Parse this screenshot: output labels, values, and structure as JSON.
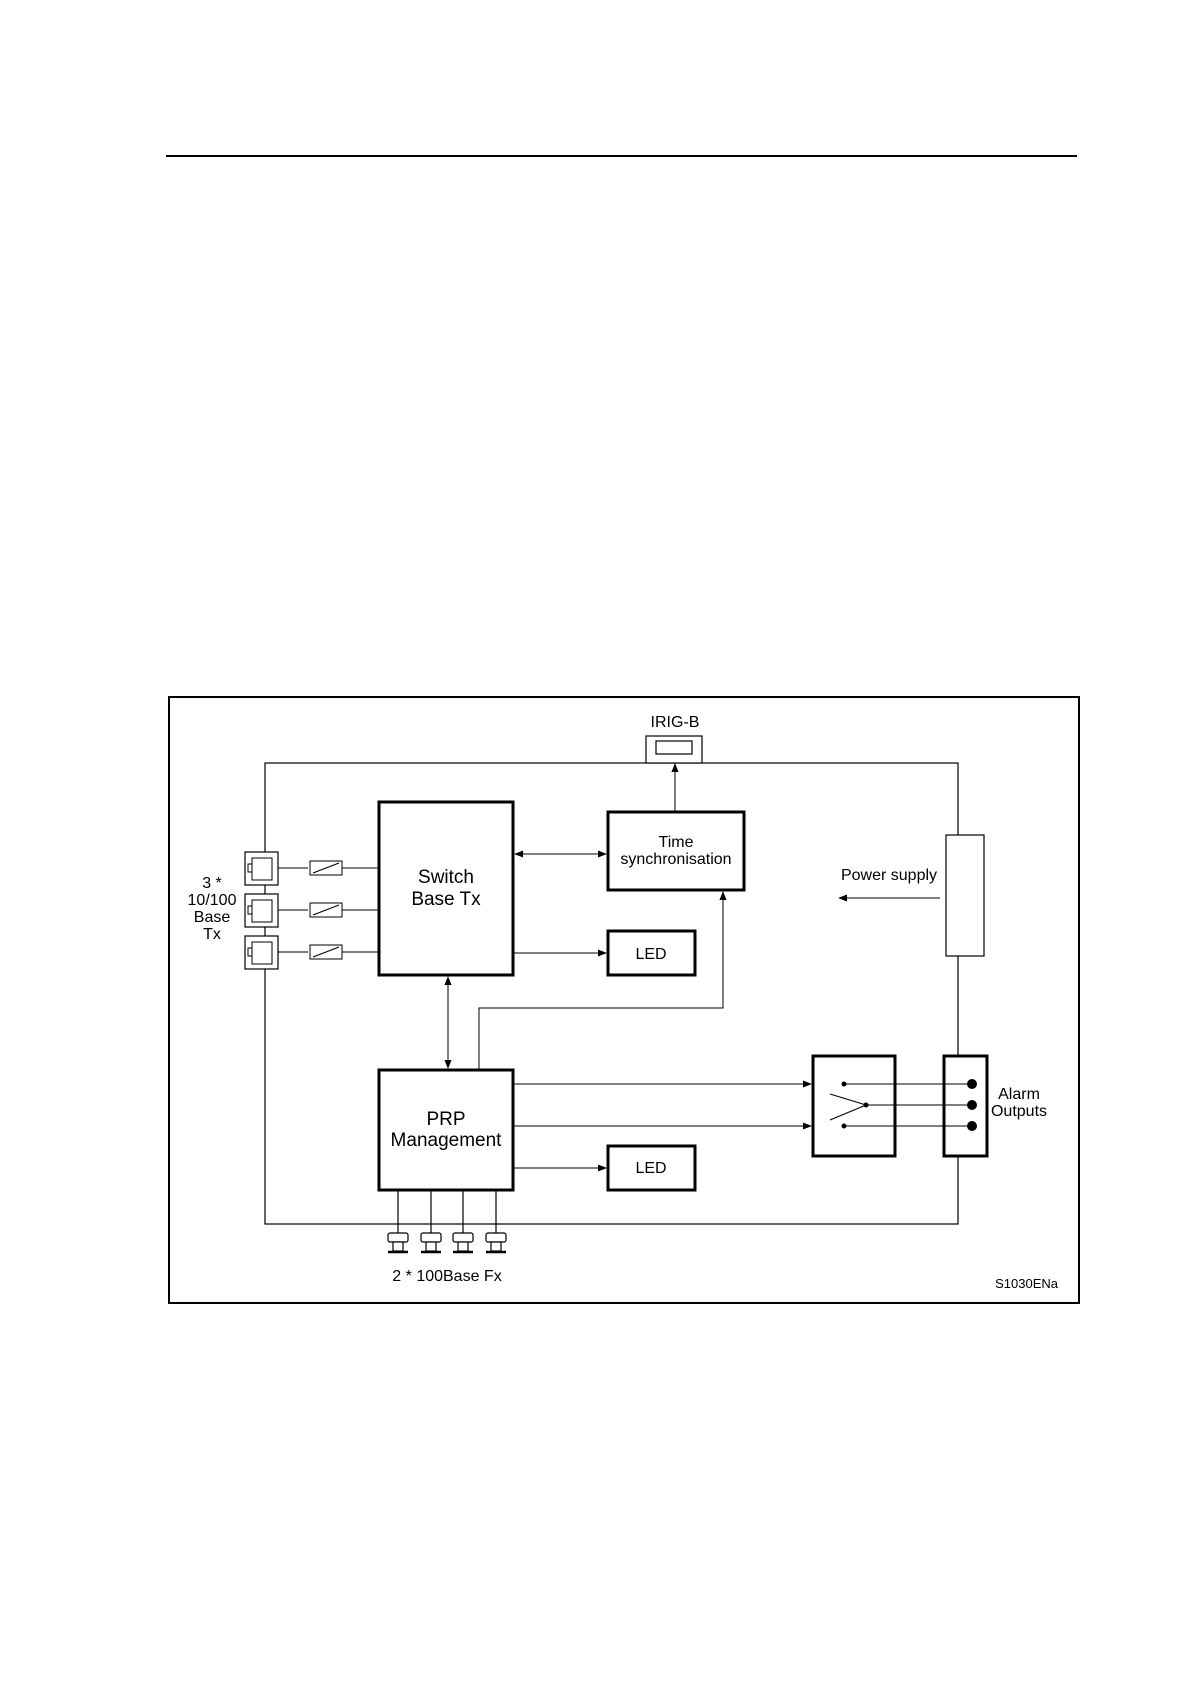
{
  "figure": {
    "irig_label": "IRIG-B",
    "switch_line1": "Switch",
    "switch_line2": "Base Tx",
    "time_line1": "Time",
    "time_line2": "synchronisation",
    "led_top": "LED",
    "led_bottom": "LED",
    "power_supply": "Power supply",
    "ports_line1": "3 *",
    "ports_line2": "10/100",
    "ports_line3": "Base",
    "ports_line4": "Tx",
    "prp_line1": "PRP",
    "prp_line2": "Management",
    "alarm_line1": "Alarm",
    "alarm_line2": "Outputs",
    "fx_label": "2 * 100Base Fx",
    "figure_code": "S1030ENa"
  }
}
